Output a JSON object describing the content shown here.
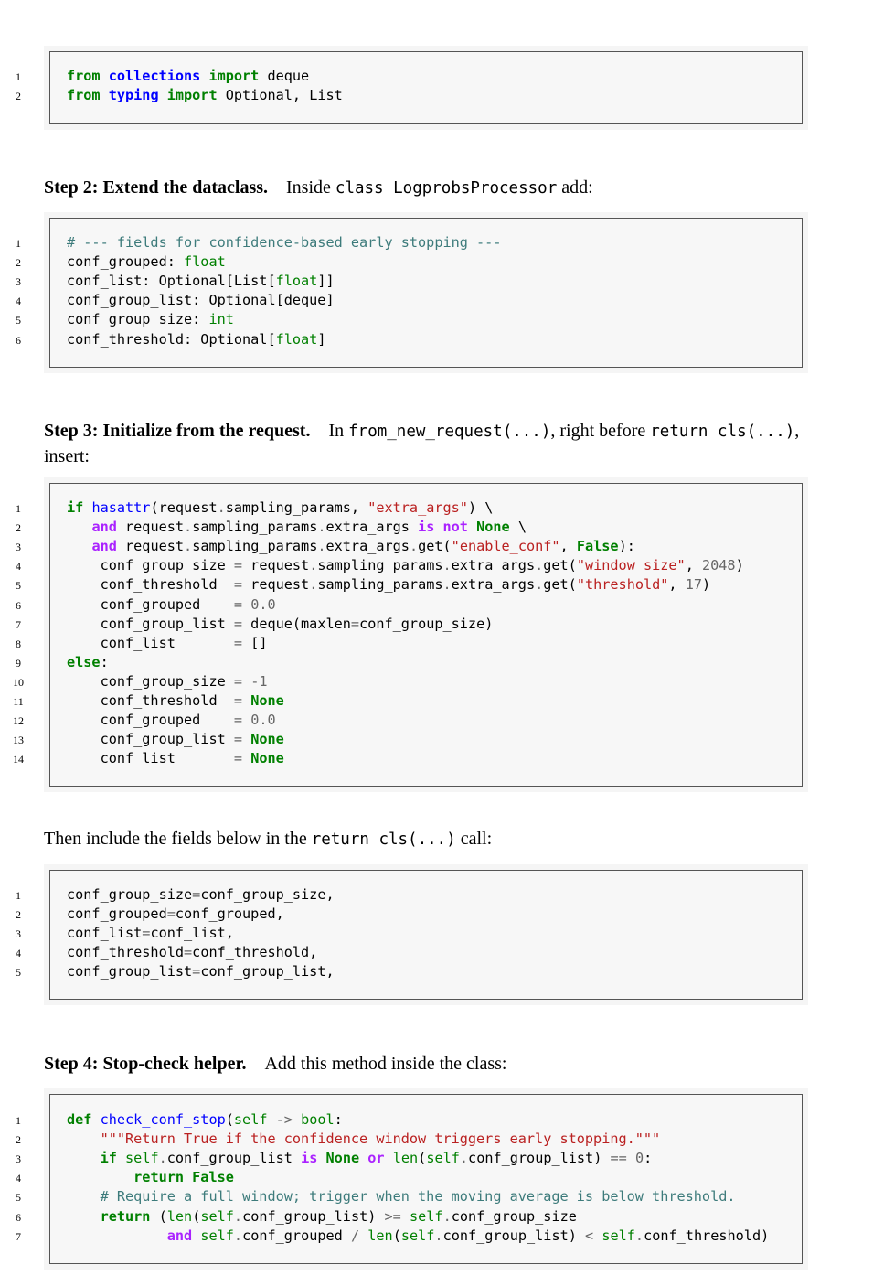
{
  "step2": {
    "heading": "Step 2: Extend the dataclass.",
    "t1": "Inside ",
    "code1": "class LogprobsProcessor",
    "t2": " add:"
  },
  "step3": {
    "heading": "Step 3: Initialize from the request.",
    "t1": "In ",
    "code1": "from_new_request(...)",
    "t2": ", right before ",
    "code2": "return cls(...)",
    "t3": ", insert:"
  },
  "then": {
    "t1": "Then include the fields below in the ",
    "code1": "return cls(...)",
    "t2": " call:"
  },
  "step4": {
    "heading": "Step 4: Stop-check helper.",
    "t1": "Add this method inside the class:"
  },
  "blocks": [
    {
      "id": "imports",
      "lines": [
        [
          [
            "kw",
            "from"
          ],
          [
            "",
            ""
          ],
          [
            "ns",
            " collections"
          ],
          [
            "kw",
            " import"
          ],
          [
            "",
            " deque"
          ]
        ],
        [
          [
            "kw",
            "from"
          ],
          [
            "ns",
            " typing"
          ],
          [
            "kw",
            " import"
          ],
          [
            "",
            " Optional, List"
          ]
        ]
      ]
    },
    {
      "id": "fields",
      "lines": [
        [
          [
            "com",
            "# --- fields for confidence-based early stopping ---"
          ]
        ],
        [
          [
            "",
            "conf_grouped: "
          ],
          [
            "bi",
            "float"
          ]
        ],
        [
          [
            "",
            "conf_list: Optional[List["
          ],
          [
            "bi",
            "float"
          ],
          [
            "",
            "]]"
          ]
        ],
        [
          [
            "",
            "conf_group_list: Optional[deque]"
          ]
        ],
        [
          [
            "",
            "conf_group_size: "
          ],
          [
            "bi",
            "int"
          ]
        ],
        [
          [
            "",
            "conf_threshold: Optional["
          ],
          [
            "bi",
            "float"
          ],
          [
            "",
            "]"
          ]
        ]
      ]
    },
    {
      "id": "init",
      "lines": [
        [
          [
            "kw",
            "if"
          ],
          [
            "",
            ""
          ],
          [
            "fn",
            " hasattr"
          ],
          [
            "",
            "(request"
          ],
          [
            "op",
            "."
          ],
          [
            "",
            "sampling_params, "
          ],
          [
            "str",
            "\"extra_args\""
          ],
          [
            "",
            ") \\"
          ]
        ],
        [
          [
            "",
            "   "
          ],
          [
            "ow",
            "and"
          ],
          [
            "",
            " request"
          ],
          [
            "op",
            "."
          ],
          [
            "",
            "sampling_params"
          ],
          [
            "op",
            "."
          ],
          [
            "",
            "extra_args "
          ],
          [
            "ow",
            "is not"
          ],
          [
            "",
            " "
          ],
          [
            "kw",
            "None"
          ],
          [
            "",
            " \\"
          ]
        ],
        [
          [
            "",
            "   "
          ],
          [
            "ow",
            "and"
          ],
          [
            "",
            " request"
          ],
          [
            "op",
            "."
          ],
          [
            "",
            "sampling_params"
          ],
          [
            "op",
            "."
          ],
          [
            "",
            "extra_args"
          ],
          [
            "op",
            "."
          ],
          [
            "",
            "get("
          ],
          [
            "str",
            "\"enable_conf\""
          ],
          [
            "",
            ", "
          ],
          [
            "kw",
            "False"
          ],
          [
            "",
            "):"
          ]
        ],
        [
          [
            "",
            "    conf_group_size "
          ],
          [
            "op",
            "="
          ],
          [
            "",
            " request"
          ],
          [
            "op",
            "."
          ],
          [
            "",
            "sampling_params"
          ],
          [
            "op",
            "."
          ],
          [
            "",
            "extra_args"
          ],
          [
            "op",
            "."
          ],
          [
            "",
            "get("
          ],
          [
            "str",
            "\"window_size\""
          ],
          [
            "",
            ", "
          ],
          [
            "num",
            "2048"
          ],
          [
            "",
            ")"
          ]
        ],
        [
          [
            "",
            "    conf_threshold  "
          ],
          [
            "op",
            "="
          ],
          [
            "",
            " request"
          ],
          [
            "op",
            "."
          ],
          [
            "",
            "sampling_params"
          ],
          [
            "op",
            "."
          ],
          [
            "",
            "extra_args"
          ],
          [
            "op",
            "."
          ],
          [
            "",
            "get("
          ],
          [
            "str",
            "\"threshold\""
          ],
          [
            "",
            ", "
          ],
          [
            "num",
            "17"
          ],
          [
            "",
            ")"
          ]
        ],
        [
          [
            "",
            "    conf_grouped    "
          ],
          [
            "op",
            "="
          ],
          [
            "",
            " "
          ],
          [
            "num",
            "0.0"
          ]
        ],
        [
          [
            "",
            "    conf_group_list "
          ],
          [
            "op",
            "="
          ],
          [
            "",
            " deque(maxlen"
          ],
          [
            "op",
            "="
          ],
          [
            "",
            "conf_group_size)"
          ]
        ],
        [
          [
            "",
            "    conf_list       "
          ],
          [
            "op",
            "="
          ],
          [
            "",
            " []"
          ]
        ],
        [
          [
            "kw",
            "else"
          ],
          [
            "",
            ":"
          ]
        ],
        [
          [
            "",
            "    conf_group_size "
          ],
          [
            "op",
            "="
          ],
          [
            "",
            " "
          ],
          [
            "num",
            "-1"
          ]
        ],
        [
          [
            "",
            "    conf_threshold  "
          ],
          [
            "op",
            "="
          ],
          [
            "",
            " "
          ],
          [
            "kw",
            "None"
          ]
        ],
        [
          [
            "",
            "    conf_grouped    "
          ],
          [
            "op",
            "="
          ],
          [
            "",
            " "
          ],
          [
            "num",
            "0.0"
          ]
        ],
        [
          [
            "",
            "    conf_group_list "
          ],
          [
            "op",
            "="
          ],
          [
            "",
            " "
          ],
          [
            "kw",
            "None"
          ]
        ],
        [
          [
            "",
            "    conf_list       "
          ],
          [
            "op",
            "="
          ],
          [
            "",
            " "
          ],
          [
            "kw",
            "None"
          ]
        ]
      ]
    },
    {
      "id": "returncall",
      "lines": [
        [
          [
            "",
            "conf_group_size"
          ],
          [
            "op",
            "="
          ],
          [
            "",
            "conf_group_size,"
          ]
        ],
        [
          [
            "",
            "conf_grouped"
          ],
          [
            "op",
            "="
          ],
          [
            "",
            "conf_grouped,"
          ]
        ],
        [
          [
            "",
            "conf_list"
          ],
          [
            "op",
            "="
          ],
          [
            "",
            "conf_list,"
          ]
        ],
        [
          [
            "",
            "conf_threshold"
          ],
          [
            "op",
            "="
          ],
          [
            "",
            "conf_threshold,"
          ]
        ],
        [
          [
            "",
            "conf_group_list"
          ],
          [
            "op",
            "="
          ],
          [
            "",
            "conf_group_list,"
          ]
        ]
      ]
    },
    {
      "id": "helper",
      "lines": [
        [
          [
            "kw",
            "def"
          ],
          [
            "",
            ""
          ],
          [
            "fn",
            " check_conf_stop"
          ],
          [
            "",
            "("
          ],
          [
            "bi",
            "self"
          ],
          [
            "",
            " "
          ],
          [
            "op",
            "->"
          ],
          [
            "",
            " "
          ],
          [
            "bi",
            "bool"
          ],
          [
            "",
            ":"
          ]
        ],
        [
          [
            "",
            "    "
          ],
          [
            "str",
            "\"\"\"Return True if the confidence window triggers early stopping.\"\"\""
          ]
        ],
        [
          [
            "",
            "    "
          ],
          [
            "kw",
            "if"
          ],
          [
            "",
            " "
          ],
          [
            "bi",
            "self"
          ],
          [
            "op",
            "."
          ],
          [
            "",
            "conf_group_list "
          ],
          [
            "ow",
            "is"
          ],
          [
            "",
            " "
          ],
          [
            "kw",
            "None"
          ],
          [
            "",
            " "
          ],
          [
            "ow",
            "or"
          ],
          [
            "",
            " "
          ],
          [
            "bi",
            "len"
          ],
          [
            "",
            "("
          ],
          [
            "bi",
            "self"
          ],
          [
            "op",
            "."
          ],
          [
            "",
            "conf_group_list) "
          ],
          [
            "op",
            "=="
          ],
          [
            "",
            " "
          ],
          [
            "num",
            "0"
          ],
          [
            "",
            ":"
          ]
        ],
        [
          [
            "",
            "        "
          ],
          [
            "kw",
            "return False"
          ]
        ],
        [
          [
            "",
            "    "
          ],
          [
            "com",
            "# Require a full window; trigger when the moving average is below threshold."
          ]
        ],
        [
          [
            "",
            "    "
          ],
          [
            "kw",
            "return"
          ],
          [
            "",
            " ("
          ],
          [
            "bi",
            "len"
          ],
          [
            "",
            "("
          ],
          [
            "bi",
            "self"
          ],
          [
            "op",
            "."
          ],
          [
            "",
            "conf_group_list) "
          ],
          [
            "op",
            ">="
          ],
          [
            "",
            " "
          ],
          [
            "bi",
            "self"
          ],
          [
            "op",
            "."
          ],
          [
            "",
            "conf_group_size"
          ]
        ],
        [
          [
            "",
            "            "
          ],
          [
            "ow",
            "and"
          ],
          [
            "",
            " "
          ],
          [
            "bi",
            "self"
          ],
          [
            "op",
            "."
          ],
          [
            "",
            "conf_grouped "
          ],
          [
            "op",
            "/"
          ],
          [
            "",
            " "
          ],
          [
            "bi",
            "len"
          ],
          [
            "",
            "("
          ],
          [
            "bi",
            "self"
          ],
          [
            "op",
            "."
          ],
          [
            "",
            "conf_group_list) "
          ],
          [
            "op",
            "<"
          ],
          [
            "",
            " "
          ],
          [
            "bi",
            "self"
          ],
          [
            "op",
            "."
          ],
          [
            "",
            "conf_threshold)"
          ]
        ]
      ]
    }
  ]
}
